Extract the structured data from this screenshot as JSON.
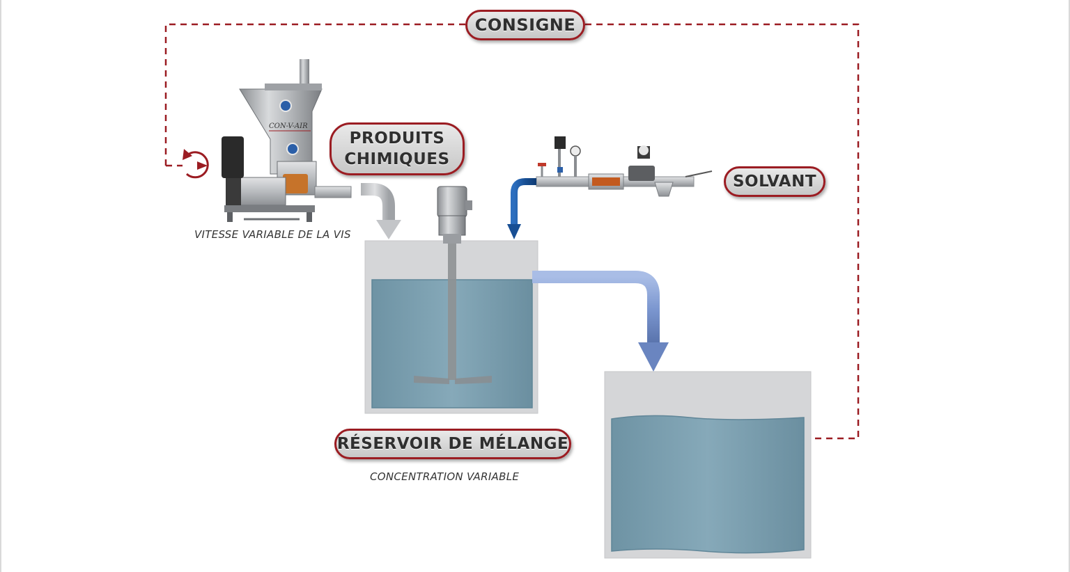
{
  "labels": {
    "consigne": "CONSIGNE",
    "produits_line1": "PRODUITS",
    "produits_line2": "CHIMIQUES",
    "solvant": "SOLVANT",
    "reservoir": "RÉSERVOIR DE MÉLANGE"
  },
  "captions": {
    "vitesse": "VITESSE VARIABLE DE LA VIS",
    "concentration": "CONCENTRATION VARIABLE"
  },
  "brand": "CON-V-AIR",
  "colors": {
    "control_line": "#9b1c22",
    "label_border": "#9b1c22",
    "liquid": "#7fa3b3",
    "tank": "#d5d6d8",
    "solvent_arrow": "#1f5fa8",
    "outlet_pipe": "#7b96cf",
    "chemical_arrow": "#c8c8c8"
  }
}
